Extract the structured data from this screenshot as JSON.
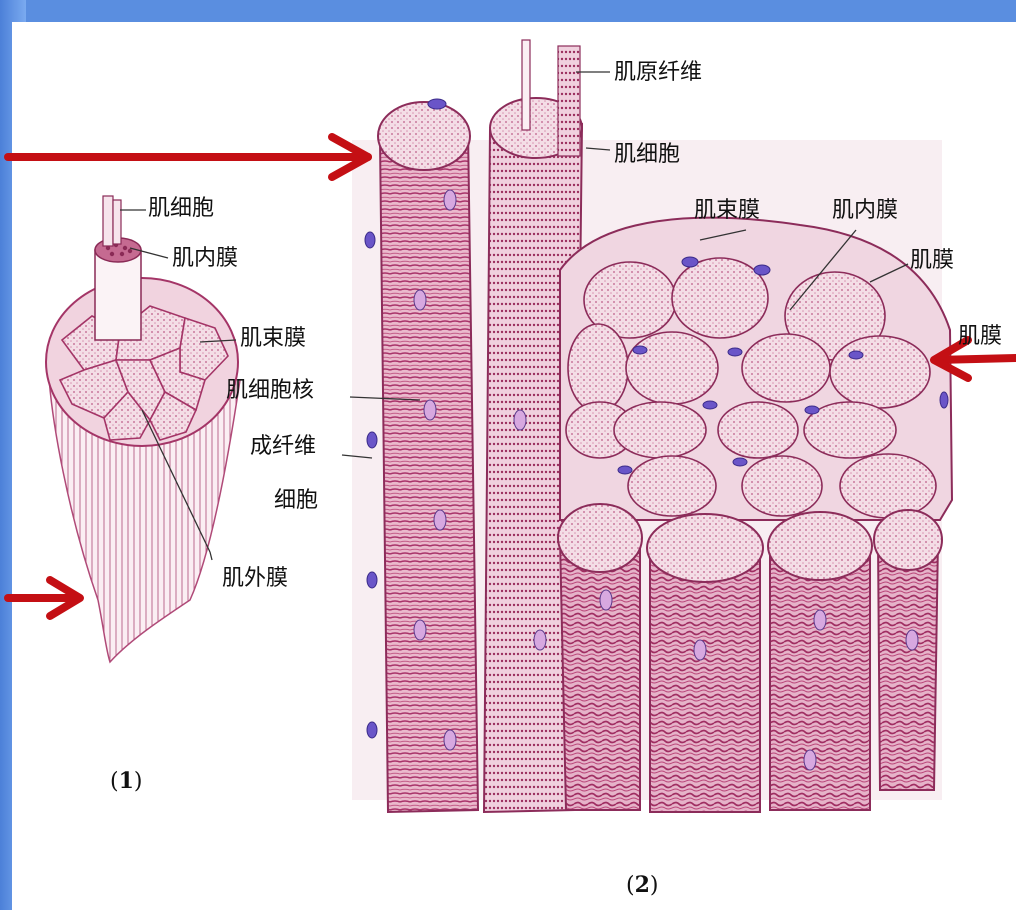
{
  "labels": {
    "fig1_muscle_cell": "肌细胞",
    "fig1_endomysium": "肌内膜",
    "fig1_perimysium": "肌束膜",
    "fig1_nucleus": "肌细胞核",
    "fig1_fibroblast_line1": "成纤维",
    "fig1_fibroblast_line2": "细胞",
    "fig1_epimysium": "肌外膜",
    "fig2_myofibril": "肌原纤维",
    "fig2_muscle_cell": "肌细胞",
    "fig2_perimysium": "肌束膜",
    "fig2_endomysium": "肌内膜",
    "fig2_sarcolemma": "肌膜",
    "fig2_sarcolemma_arrow": "肌膜"
  },
  "captions": {
    "fig1": "1",
    "fig2": "2"
  },
  "colors": {
    "slide_background": "#5a8ee0",
    "panel_background": "#ffffff",
    "tissue_pink": "#e8b7c8",
    "fiber_stripe": "#b0416e",
    "nucleus": "#6a55c8",
    "arrow_red": "#c40f14"
  }
}
